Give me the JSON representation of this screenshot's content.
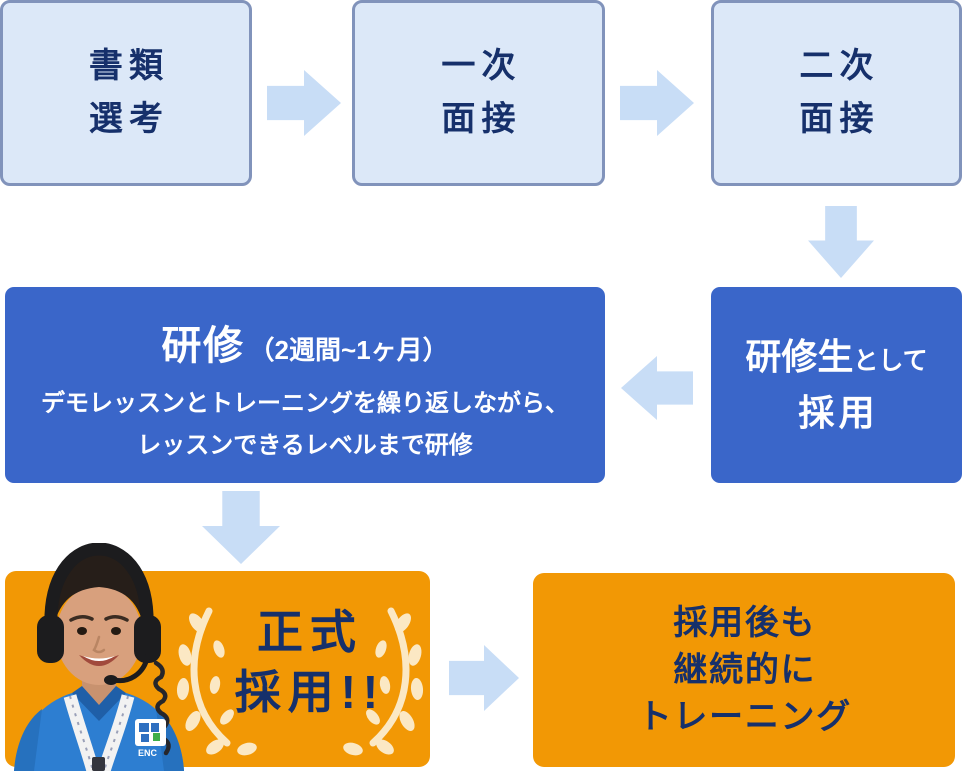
{
  "diagram": {
    "title": "recruitment-process-flow",
    "steps": {
      "screening": {
        "line1": "書類",
        "line2": "選考"
      },
      "first_interview": {
        "line1": "一次",
        "line2": "面接"
      },
      "second_interview": {
        "line1": "二次",
        "line2": "面接"
      },
      "trainee_hire": {
        "main": "研修生",
        "suffix": "として",
        "line2": "採用"
      },
      "training": {
        "title": "研修",
        "duration": "（2週間~1ヶ月）",
        "desc_line1": "デモレッスンとトレーニングを繰り返しながら、",
        "desc_line2": "レッスンできるレベルまで研修"
      },
      "official_hire": {
        "line1": "正式",
        "line2": "採用!!"
      },
      "ongoing_training": {
        "line1": "採用後も",
        "line2": "継続的に",
        "line3": "トレーニング"
      }
    },
    "photo": {
      "shirt_logo_text": "ENC"
    },
    "icons": {
      "arrow_right": "block-arrow-right",
      "arrow_left": "block-arrow-left",
      "arrow_down": "block-arrow-down",
      "laurel": "laurel-wreath-decoration",
      "photo": "trainer-with-headset-photo"
    },
    "colors": {
      "process_box_fill": "#dce8f8",
      "process_box_border": "#8193bb",
      "primary_blue": "#3a66c9",
      "accent_orange": "#f29805",
      "arrow_blue": "#c8ddf6",
      "text_navy": "#16306b",
      "laurel_cream": "#fbe8c4"
    }
  }
}
